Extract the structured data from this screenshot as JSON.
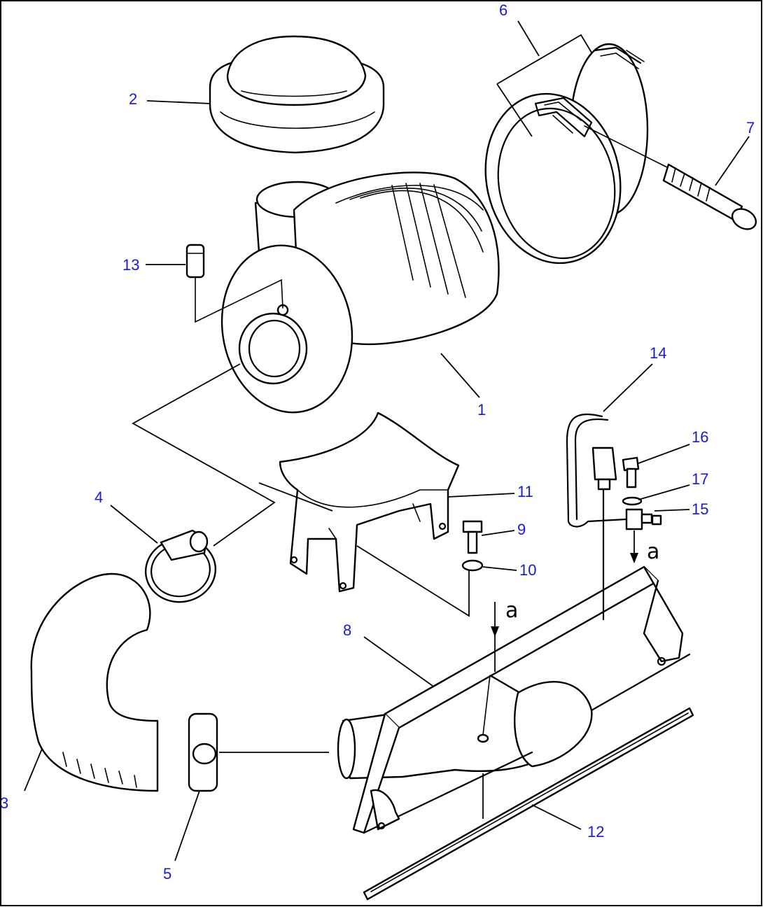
{
  "diagram": {
    "callouts": [
      {
        "id": "c1",
        "label": "1"
      },
      {
        "id": "c2",
        "label": "2"
      },
      {
        "id": "c3",
        "label": "3"
      },
      {
        "id": "c4",
        "label": "4"
      },
      {
        "id": "c5",
        "label": "5"
      },
      {
        "id": "c6",
        "label": "6"
      },
      {
        "id": "c7",
        "label": "7"
      },
      {
        "id": "c8",
        "label": "8"
      },
      {
        "id": "c9",
        "label": "9"
      },
      {
        "id": "c10",
        "label": "10"
      },
      {
        "id": "c11",
        "label": "11"
      },
      {
        "id": "c12",
        "label": "12"
      },
      {
        "id": "c13",
        "label": "13"
      },
      {
        "id": "c14",
        "label": "14"
      },
      {
        "id": "c15",
        "label": "15"
      },
      {
        "id": "c16",
        "label": "16"
      },
      {
        "id": "c17",
        "label": "17"
      }
    ],
    "reference_marks": [
      "a",
      "a"
    ],
    "colors": {
      "callout": "#1a1ad6",
      "line": "#000000",
      "background": "#ffffff"
    }
  }
}
